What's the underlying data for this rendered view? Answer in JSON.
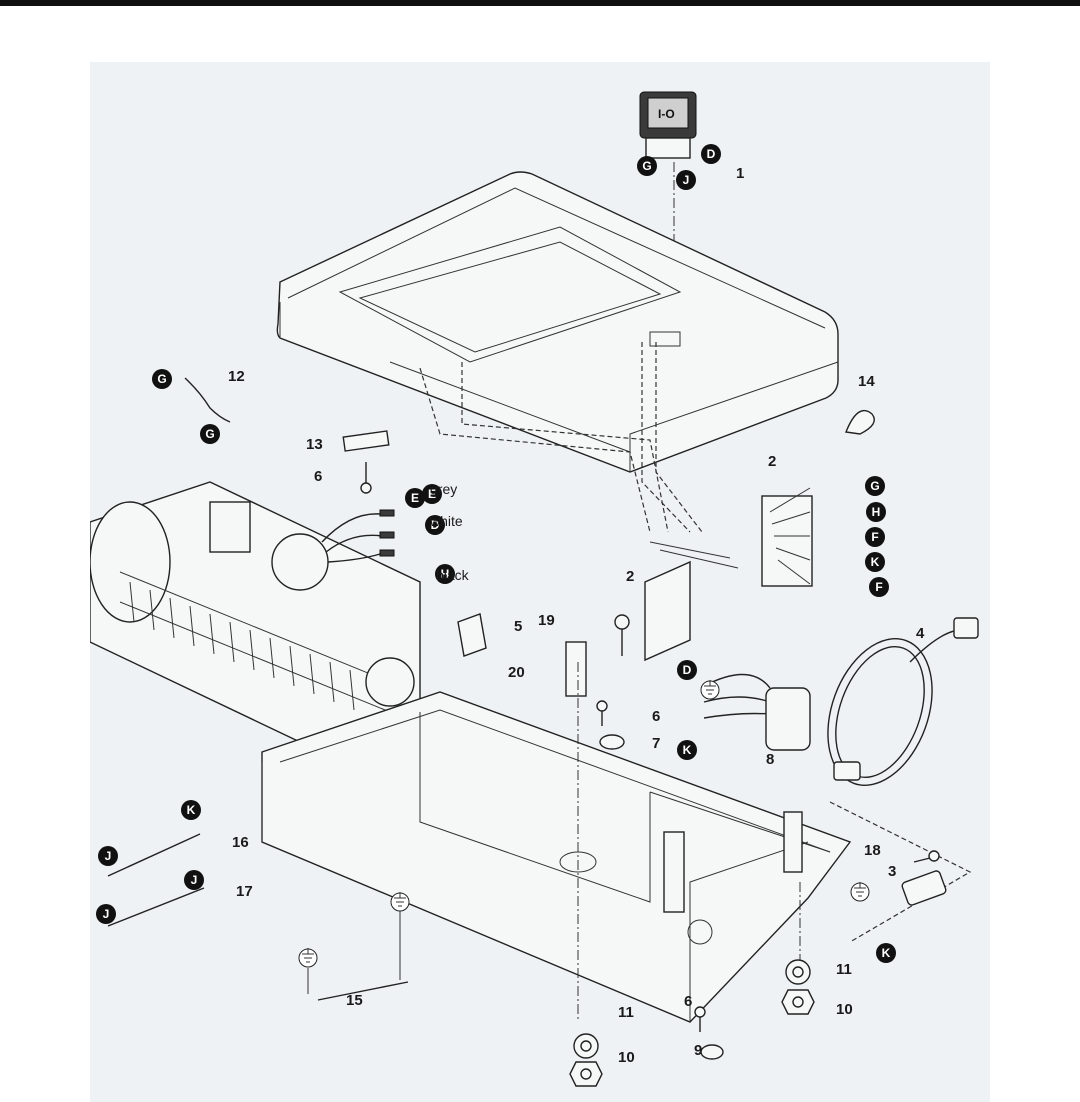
{
  "diagram": {
    "part_numbers": [
      "1",
      "2",
      "2",
      "3",
      "4",
      "5",
      "6",
      "6",
      "6",
      "7",
      "8",
      "9",
      "10",
      "10",
      "11",
      "11",
      "12",
      "13",
      "14",
      "15",
      "16",
      "17",
      "18",
      "19",
      "20"
    ],
    "terminal_letters": [
      "G",
      "J",
      "D",
      "G",
      "G",
      "E",
      "G",
      "H",
      "F",
      "K",
      "F",
      "E",
      "D",
      "H",
      "D",
      "K",
      "K",
      "J",
      "J",
      "J",
      "K"
    ],
    "wire_colors": {
      "grey": "grey",
      "white": "white",
      "black": "black"
    },
    "switch_label": "I-O"
  }
}
